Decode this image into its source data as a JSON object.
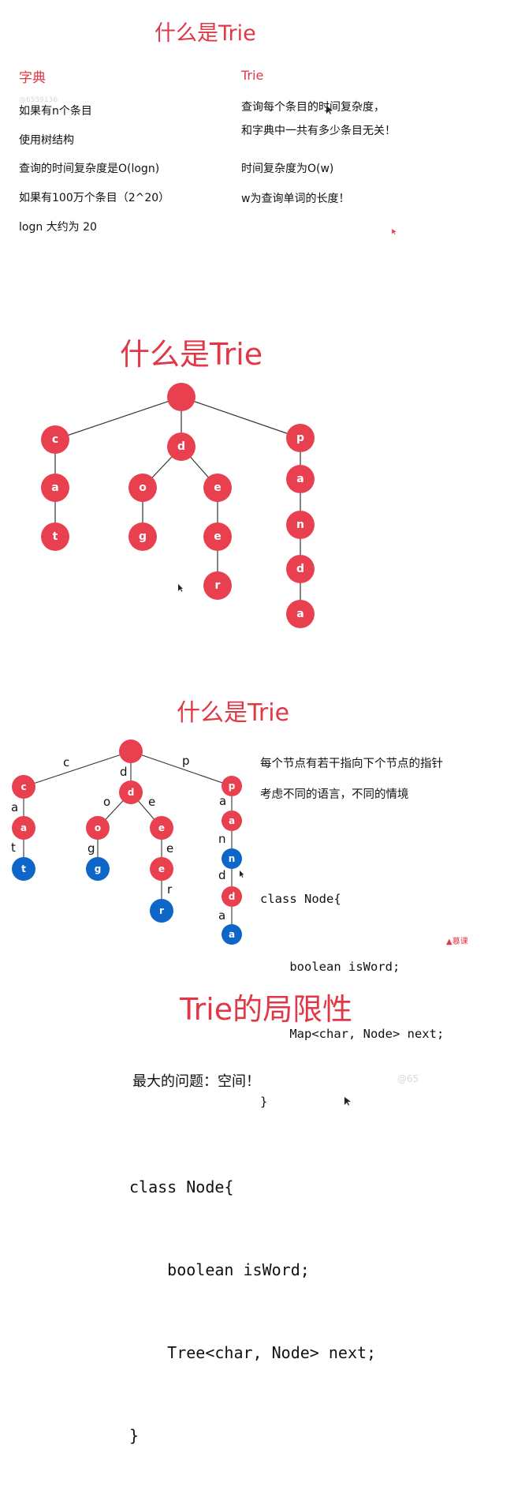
{
  "slide1": {
    "title": "什么是Trie",
    "left_heading": "字典",
    "right_heading": "Trie",
    "watermark": "@6559136",
    "left_items": [
      "如果有n个条目",
      "使用树结构",
      "查询的时间复杂度是O(logn)",
      "如果有100万个条目（2^20）",
      "logn 大约为 20"
    ],
    "right_items": [
      "查询每个条目的时间复杂度，",
      "和字典中一共有多少条目无关！",
      "时间复杂度为O(w)",
      "w为查询单词的长度！"
    ]
  },
  "slide2": {
    "title": "什么是Trie",
    "words": [
      "cat",
      "dog",
      "deer",
      "panda"
    ]
  },
  "slide3": {
    "title": "什么是Trie",
    "desc": [
      "每个节点有若干指向下个节点的指针",
      "考虑不同的语言，不同的情境"
    ],
    "code": [
      "class Node{",
      "    boolean isWord;",
      "    Map<char, Node> next;",
      "}"
    ],
    "logo_text": "慕课"
  },
  "slide4": {
    "title": "Trie的局限性",
    "subtitle": "最大的问题：空间！",
    "watermark": "@65",
    "code": [
      "class Node{",
      "    boolean isWord;",
      "    Tree<char, Node> next;",
      "}"
    ]
  },
  "colors": {
    "accent": "#e03846",
    "node_red": "#e8404e",
    "node_blue": "#0e66c8",
    "edge": "#333333"
  },
  "icons": [
    "mouse-cursor-icon",
    "fire-logo-icon"
  ]
}
